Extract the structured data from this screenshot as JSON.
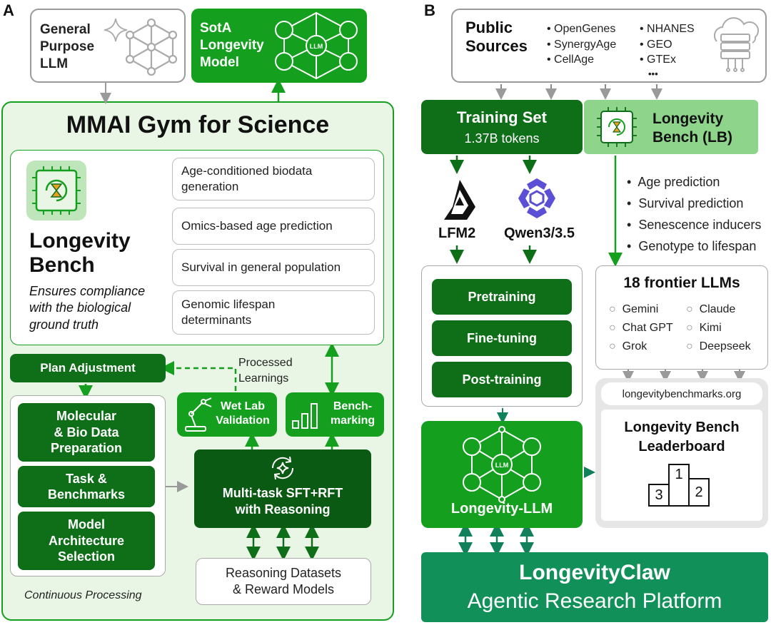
{
  "panel_a": {
    "label": "A",
    "general_llm": "General\nPurpose\nLLM",
    "sota_model": "SotA\nLongevity\nModel",
    "gym_title": "MMAI Gym for Science",
    "bench_title": "Longevity\nBench",
    "bench_desc": "Ensures compliance\nwith the biological\nground truth",
    "bench_items": [
      "Age-conditioned biodata\ngeneration",
      "Omics-based age prediction",
      "Survival in general population",
      "Genomic lifespan\ndeterminants"
    ],
    "plan_adjustment": "Plan Adjustment",
    "processed_learnings": "Processed\nLearnings",
    "wet_lab": "Wet Lab\nValidation",
    "benchmarking": "Bench-\nmarking",
    "stages": [
      "Molecular\n& Bio Data\nPreparation",
      "Task &\nBenchmarks",
      "Model\nArchitecture\nSelection"
    ],
    "continuous": "Continuous Processing",
    "multitask": "Multi-task SFT+RFT\nwith Reasoning",
    "reasoning": "Reasoning Datasets\n& Reward Models",
    "llm_icon_text": "LLM"
  },
  "panel_b": {
    "label": "B",
    "public_sources": "Public\nSources",
    "sources_col1": [
      "OpenGenes",
      "SynergyAge",
      "CellAge"
    ],
    "sources_col2": [
      "NHANES",
      "GEO",
      "GTEx"
    ],
    "sources_more": "•••",
    "training_set": "Training Set",
    "tokens": "1.37B tokens",
    "lb_title": "Longevity\nBench (LB)",
    "lb_items": [
      "Age prediction",
      "Survival prediction",
      "Senescence inducers",
      "Genotype to lifespan"
    ],
    "model1": "LFM2",
    "model2": "Qwen3/3.5",
    "training_stages": [
      "Pretraining",
      "Fine-tuning",
      "Post-training"
    ],
    "frontier_title": "18 frontier LLMs",
    "frontier_col1": [
      "Gemini",
      "Chat GPT",
      "Grok"
    ],
    "frontier_col2": [
      "Claude",
      "Kimi",
      "Deepseek"
    ],
    "website": "longevitybenchmarks.org",
    "leaderboard": "Longevity Bench\nLeaderboard",
    "podium": [
      "1",
      "2",
      "3"
    ],
    "longevity_llm": "Longevity-LLM",
    "claw_title": "LongevityClaw",
    "claw_sub": "Agentic Research Platform",
    "llm_icon_text": "LLM"
  },
  "colors": {
    "green": "#14a01e",
    "dark_green": "#0f6e18",
    "darker_green": "#0b5a14",
    "light_green_bg": "#e8f5e4",
    "teal": "#12905a",
    "gray_border": "#9a9a9a"
  }
}
